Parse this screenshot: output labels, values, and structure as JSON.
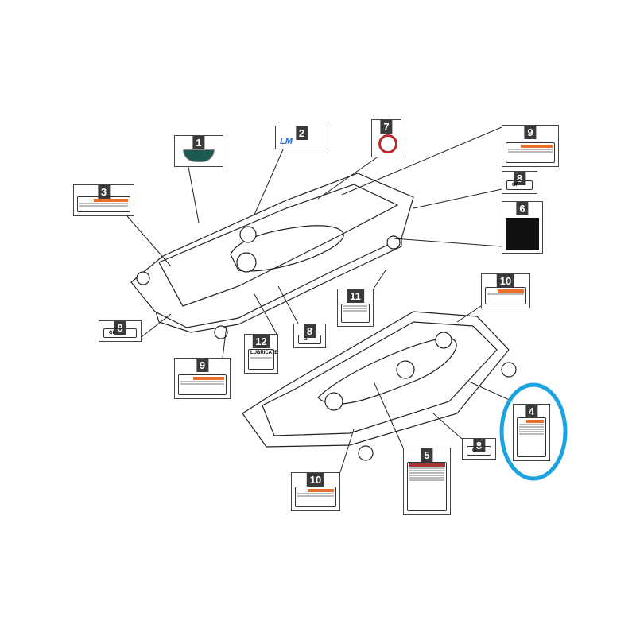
{
  "diagram": {
    "callouts": [
      {
        "number": "1"
      },
      {
        "number": "2",
        "logo_text": "LM"
      },
      {
        "number": "3"
      },
      {
        "number": "4"
      },
      {
        "number": "5"
      },
      {
        "number": "6"
      },
      {
        "number": "7"
      },
      {
        "number": "8",
        "text": "GI"
      },
      {
        "number": "9"
      },
      {
        "number": "10"
      },
      {
        "number": "11"
      },
      {
        "number": "12",
        "text": "LUBRICATE"
      }
    ],
    "highlight_color": "#1aa3e0",
    "warning_color": "#e8702a",
    "highlighted_callout": "4",
    "extra_labels": {
      "g_label": "G"
    }
  }
}
